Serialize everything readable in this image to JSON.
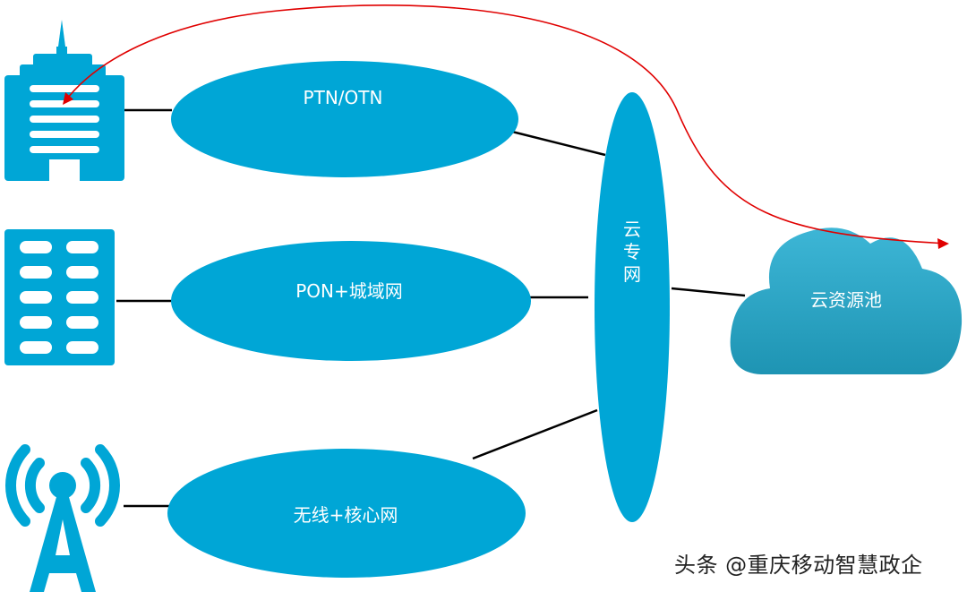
{
  "diagram": {
    "nodes": {
      "ptn_otn": {
        "label": "PTN/OTN"
      },
      "pon": {
        "label": "PON+城域网"
      },
      "wireless": {
        "label": "无线+核心网"
      },
      "cloud_net": {
        "label_chars": [
          "云",
          "专",
          "网"
        ]
      },
      "cloud_pool": {
        "label": "云资源池"
      }
    },
    "icons": [
      "tall-building-icon",
      "office-building-icon",
      "radio-tower-icon"
    ]
  },
  "watermark": {
    "text": "头条 @重庆移动智慧政企"
  },
  "colors": {
    "accent": "#00a6d6",
    "cloud": "#2aa9c9",
    "link": "#000000",
    "arrow": "#e00000"
  }
}
